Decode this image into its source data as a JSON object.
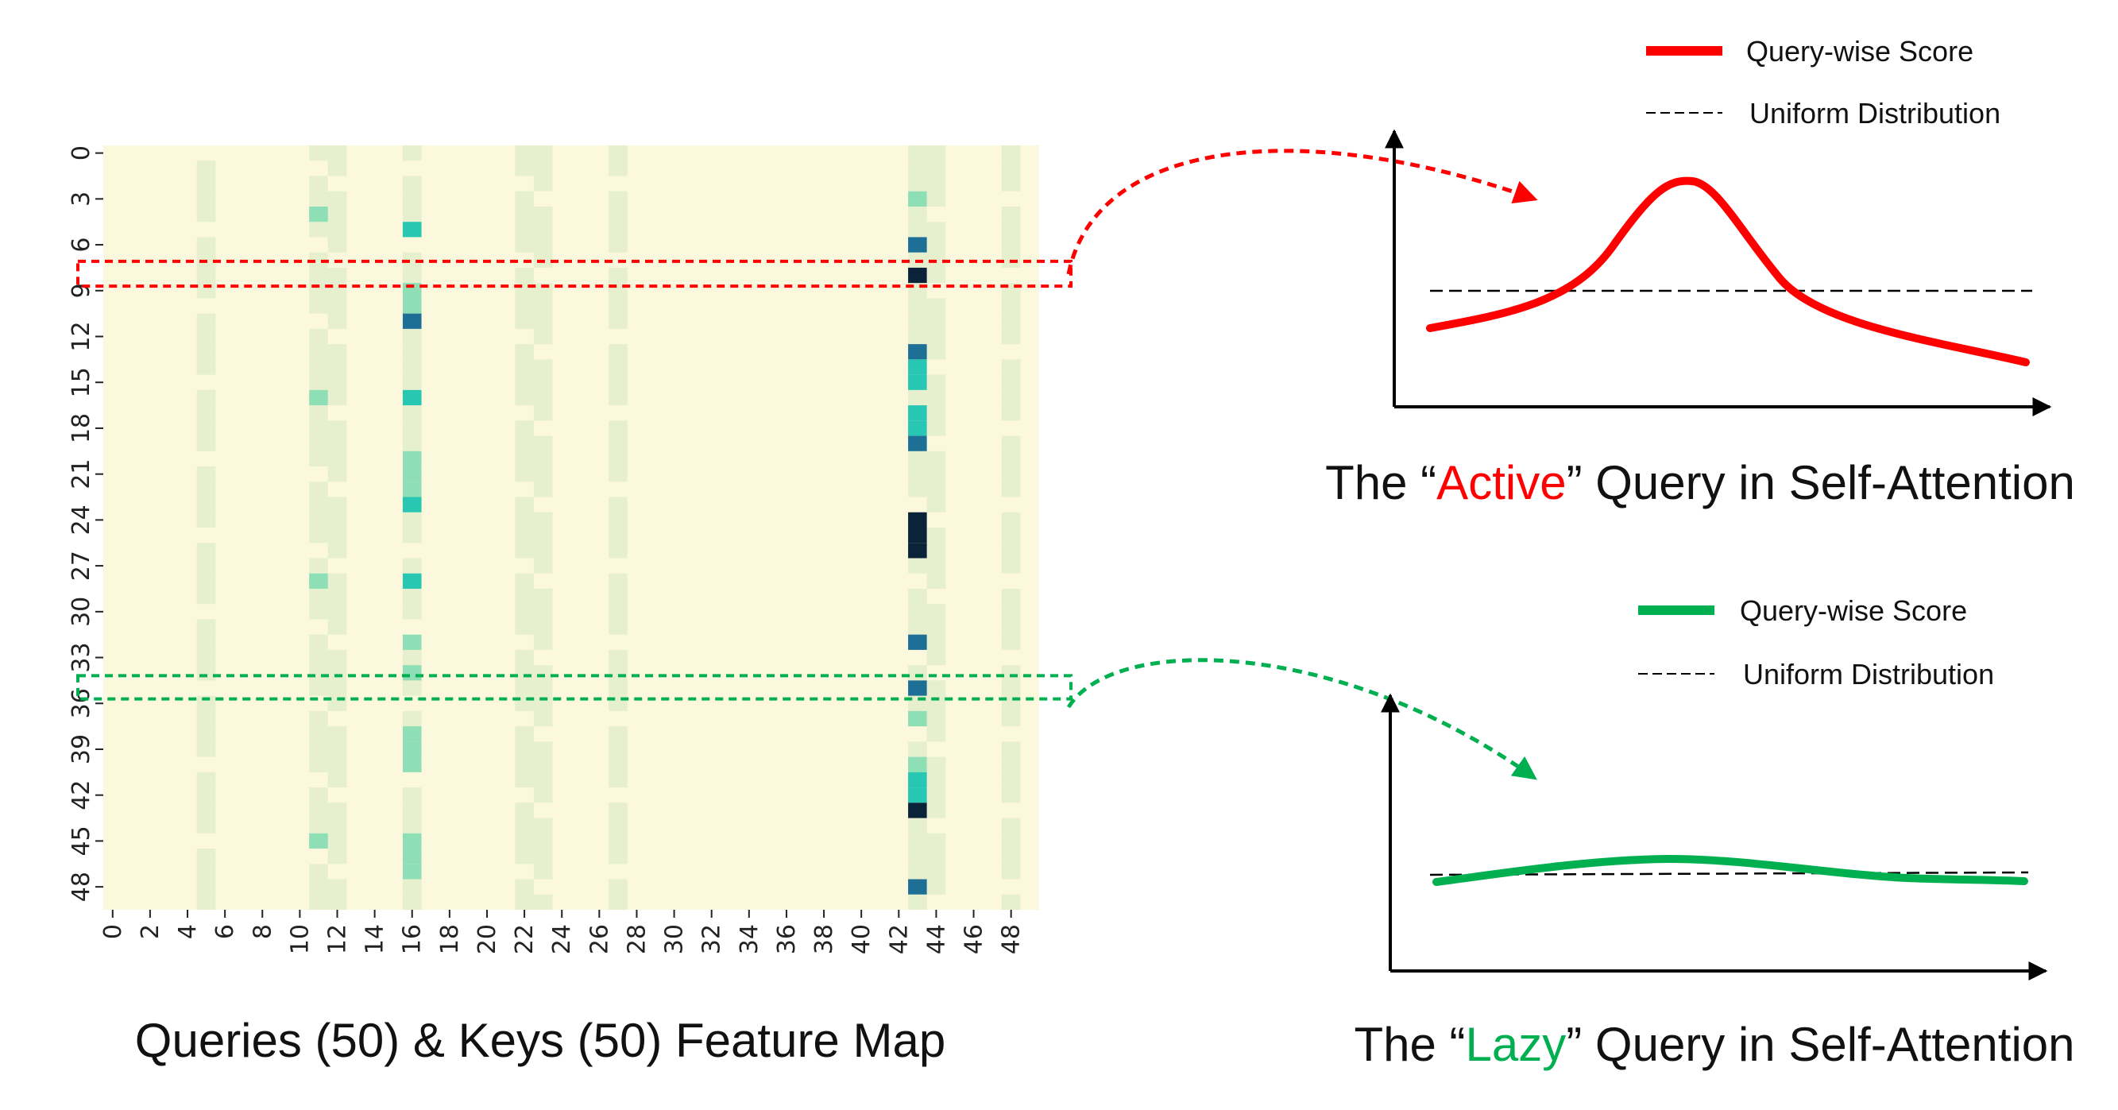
{
  "heatmap": {
    "caption": "Queries (50) & Keys (50) Feature Map",
    "rows": 50,
    "cols": 50,
    "y_tick_labels": [
      "0",
      "3",
      "6",
      "9",
      "12",
      "15",
      "18",
      "21",
      "24",
      "27",
      "30",
      "33",
      "36",
      "39",
      "42",
      "45",
      "48"
    ],
    "x_tick_labels": [
      "0",
      "2",
      "4",
      "6",
      "8",
      "10",
      "12",
      "14",
      "16",
      "18",
      "20",
      "22",
      "24",
      "26",
      "28",
      "30",
      "32",
      "34",
      "36",
      "38",
      "40",
      "42",
      "44",
      "46",
      "48"
    ],
    "colors": {
      "base": "#fbf8dd",
      "light": "#e6efce",
      "mid": "#8edfb5",
      "teal": "#28c7b3",
      "blue": "#1d6f96",
      "dark": "#0b2338"
    },
    "bright_cells": [
      {
        "col": 16,
        "rows": [
          5
        ],
        "level": "teal"
      },
      {
        "col": 16,
        "rows": [
          9,
          10
        ],
        "level": "mid"
      },
      {
        "col": 16,
        "rows": [
          11
        ],
        "level": "blue"
      },
      {
        "col": 16,
        "rows": [
          16
        ],
        "level": "teal"
      },
      {
        "col": 16,
        "rows": [
          20,
          21,
          22
        ],
        "level": "mid"
      },
      {
        "col": 16,
        "rows": [
          23
        ],
        "level": "teal"
      },
      {
        "col": 16,
        "rows": [
          28
        ],
        "level": "teal"
      },
      {
        "col": 16,
        "rows": [
          32,
          34,
          38,
          39,
          40
        ],
        "level": "mid"
      },
      {
        "col": 16,
        "rows": [
          45,
          46,
          47
        ],
        "level": "mid"
      },
      {
        "col": 11,
        "rows": [
          4,
          16,
          28,
          45
        ],
        "level": "mid"
      },
      {
        "col": 43,
        "rows": [
          3
        ],
        "level": "mid"
      },
      {
        "col": 43,
        "rows": [
          6
        ],
        "level": "blue"
      },
      {
        "col": 43,
        "rows": [
          8
        ],
        "level": "dark"
      },
      {
        "col": 43,
        "rows": [
          13
        ],
        "level": "blue"
      },
      {
        "col": 43,
        "rows": [
          14,
          15
        ],
        "level": "teal"
      },
      {
        "col": 43,
        "rows": [
          17,
          18
        ],
        "level": "teal"
      },
      {
        "col": 43,
        "rows": [
          19
        ],
        "level": "blue"
      },
      {
        "col": 43,
        "rows": [
          24,
          25,
          26
        ],
        "level": "dark"
      },
      {
        "col": 43,
        "rows": [
          32
        ],
        "level": "blue"
      },
      {
        "col": 43,
        "rows": [
          35
        ],
        "level": "blue"
      },
      {
        "col": 43,
        "rows": [
          37,
          40
        ],
        "level": "mid"
      },
      {
        "col": 43,
        "rows": [
          41,
          42
        ],
        "level": "teal"
      },
      {
        "col": 43,
        "rows": [
          43
        ],
        "level": "dark"
      },
      {
        "col": 43,
        "rows": [
          48
        ],
        "level": "blue"
      }
    ],
    "light_columns": [
      5,
      11,
      12,
      16,
      22,
      23,
      27,
      43,
      44,
      48
    ],
    "active_row": 8,
    "lazy_row": 35
  },
  "active_panel": {
    "caption_before": "The “",
    "caption_highlight": "Active",
    "caption_after": "” Query in Self-Attention",
    "highlight_color": "#ff0000",
    "legend": {
      "score": "Query-wise Score",
      "uniform": "Uniform Distribution"
    },
    "curve_color": "#ff0000"
  },
  "lazy_panel": {
    "caption_before": "The “",
    "caption_highlight": "Lazy",
    "caption_after": "” Query in Self-Attention",
    "highlight_color": "#00b050",
    "legend": {
      "score": "Query-wise Score",
      "uniform": "Uniform Distribution"
    },
    "curve_color": "#00b050"
  },
  "connectors": {
    "active_color": "#ff0000",
    "lazy_color": "#00b050"
  }
}
